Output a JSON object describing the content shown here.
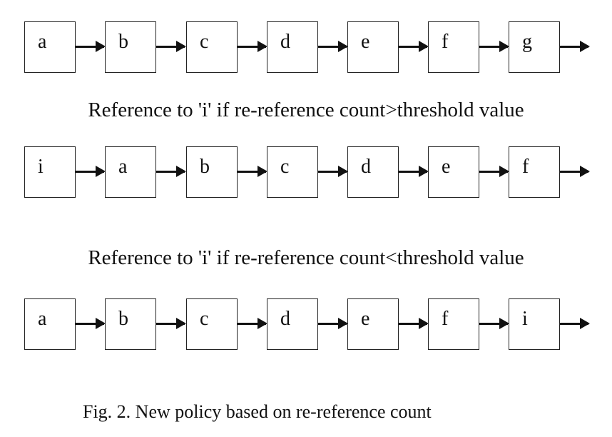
{
  "rows": [
    {
      "nodes": [
        "a",
        "b",
        "c",
        "d",
        "e",
        "f",
        "g"
      ]
    },
    {
      "nodes": [
        "i",
        "a",
        "b",
        "c",
        "d",
        "e",
        "f"
      ]
    },
    {
      "nodes": [
        "a",
        "b",
        "c",
        "d",
        "e",
        "f",
        "i"
      ]
    }
  ],
  "captions": {
    "greater": "Reference to 'i' if re-reference count>threshold value",
    "less": "Reference to 'i' if re-reference count<threshold value"
  },
  "figure_caption": "Fig. 2.  New policy based on re-reference count"
}
